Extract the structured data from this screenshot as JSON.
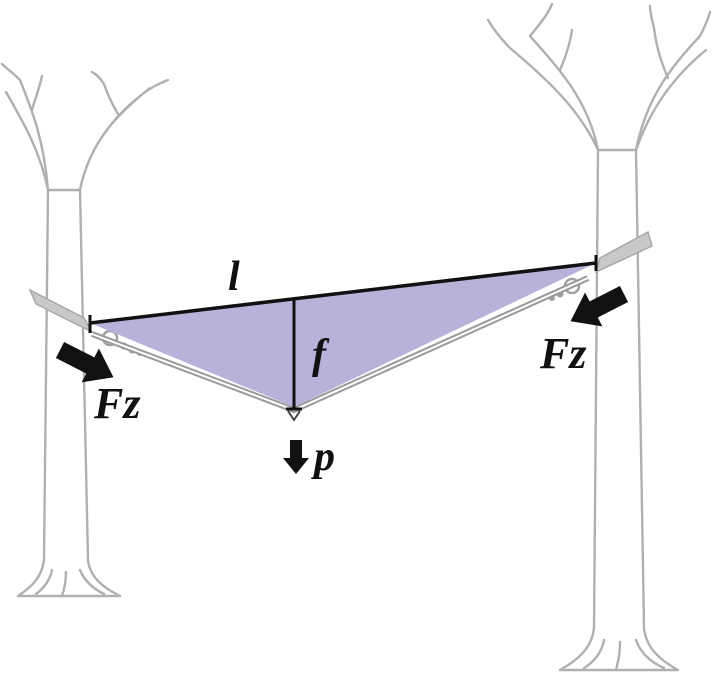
{
  "diagram": {
    "labels": {
      "length": "l",
      "sag": "f",
      "load": "p",
      "force_left": "Fz",
      "force_right": "Fz"
    },
    "colors": {
      "triangle_fill": "#b7b2da",
      "line": "#111111",
      "tree": "#b0b0b0",
      "arrow": "#111111"
    }
  }
}
